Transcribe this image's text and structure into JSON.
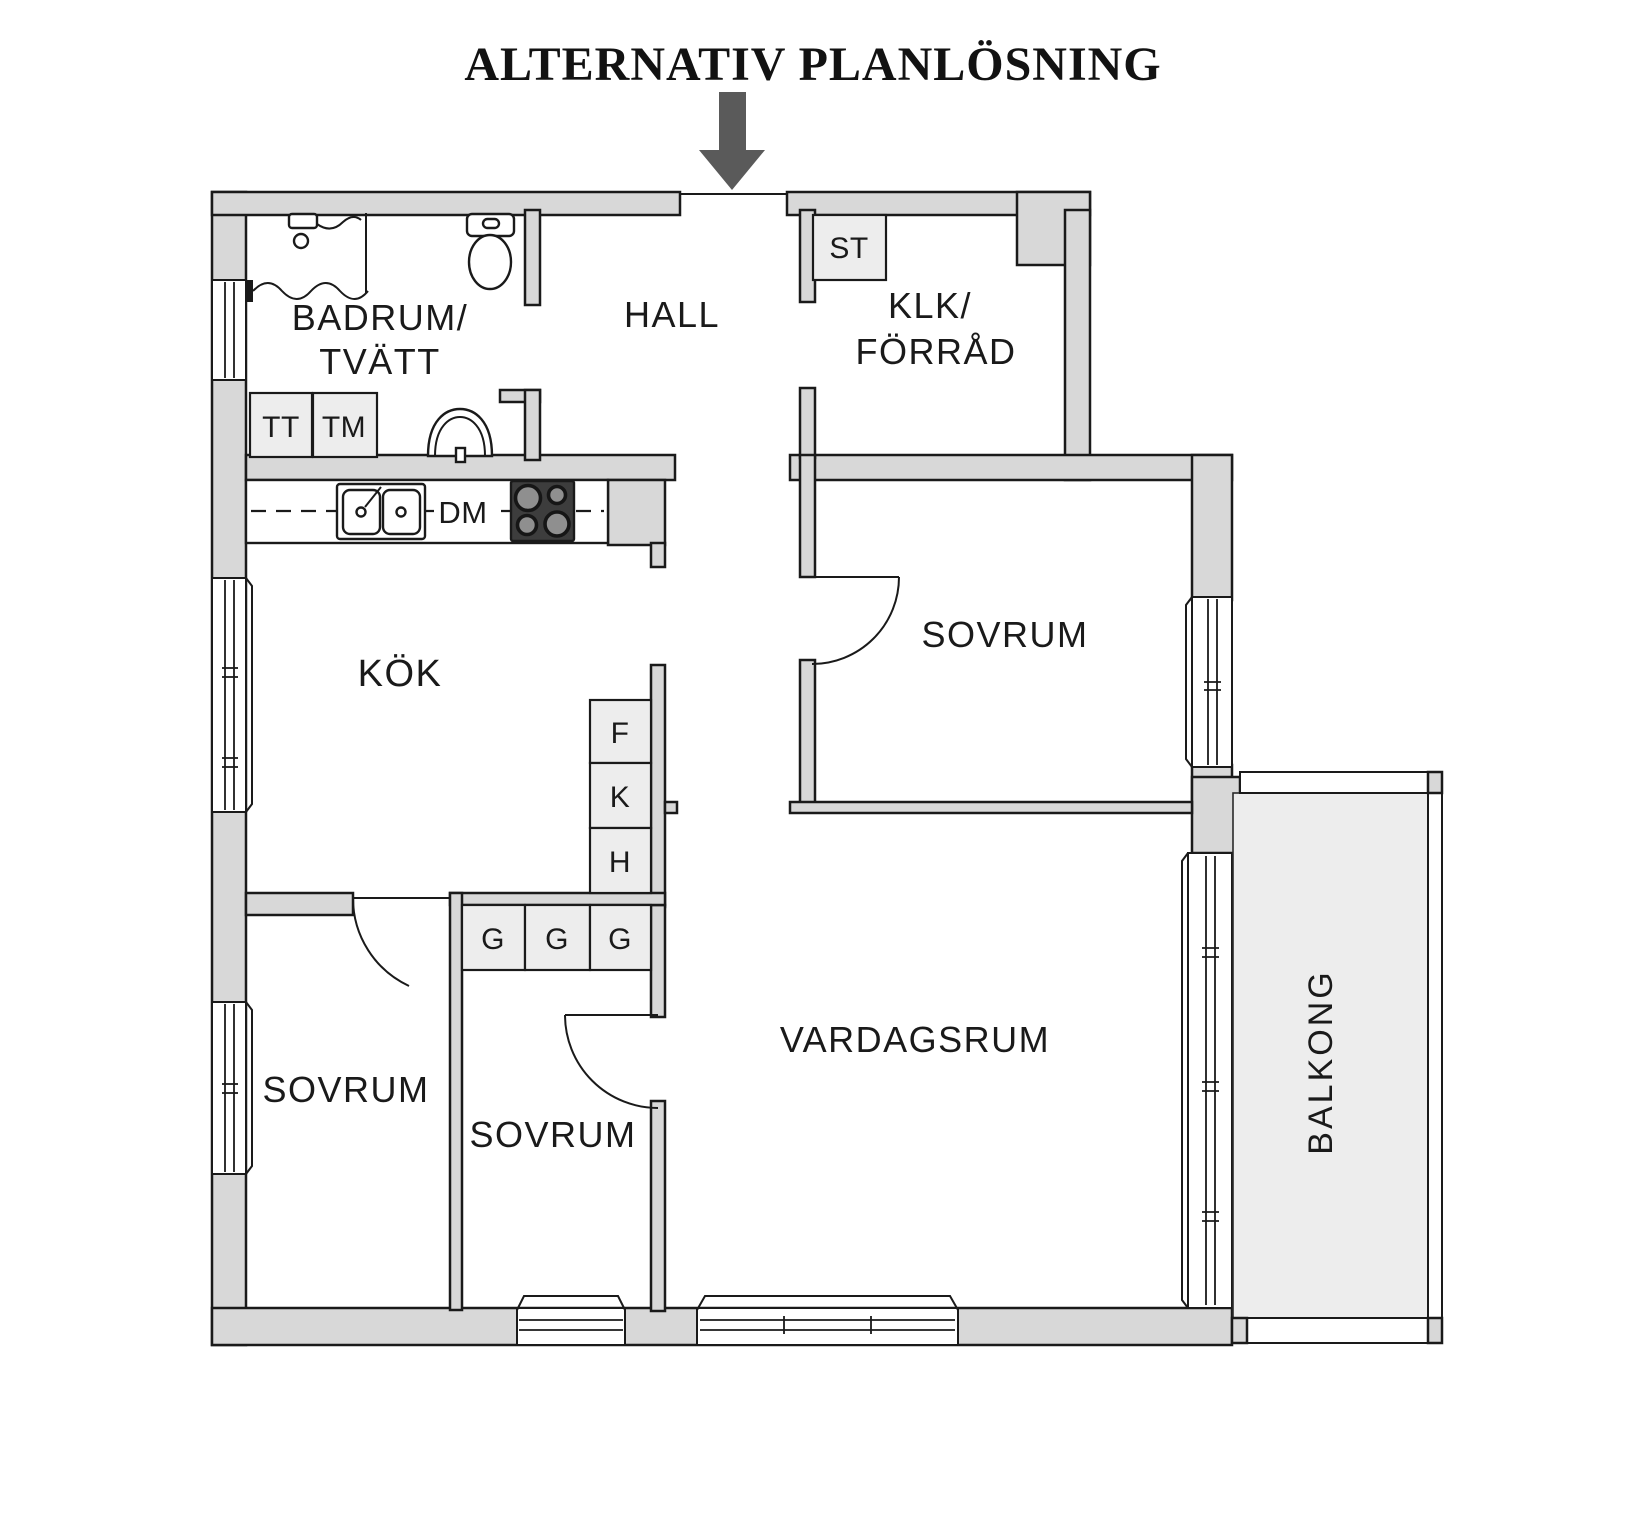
{
  "title": "ALTERNATIV PLANLÖSNING",
  "entrance": {
    "arrow_direction": "down"
  },
  "colors": {
    "wall": "#d8d8d8",
    "unit": "#ededed",
    "stove_body": "#3d3d3d",
    "burner": "#8f8f8f",
    "arrow": "#5a5a5a",
    "line": "#1a1a1a",
    "text": "#1a1a1a"
  },
  "rooms": {
    "badrum": {
      "label_line1": "BADRUM/",
      "label_line2": "TVÄTT"
    },
    "hall": {
      "label": "HALL"
    },
    "klk": {
      "label_line1": "KLK/",
      "label_line2": "FÖRRÅD"
    },
    "kok": {
      "label": "KÖK"
    },
    "sovrum_right": {
      "label": "SOVRUM"
    },
    "sovrum_left": {
      "label": "SOVRUM"
    },
    "sovrum_middle": {
      "label": "SOVRUM"
    },
    "vardagsrum": {
      "label": "VARDAGSRUM"
    },
    "balkong": {
      "label": "BALKONG"
    }
  },
  "fixtures": {
    "st": "ST",
    "tt": "TT",
    "tm": "TM",
    "dm": "DM",
    "f": "F",
    "k": "K",
    "h": "H",
    "g1": "G",
    "g2": "G",
    "g3": "G"
  }
}
